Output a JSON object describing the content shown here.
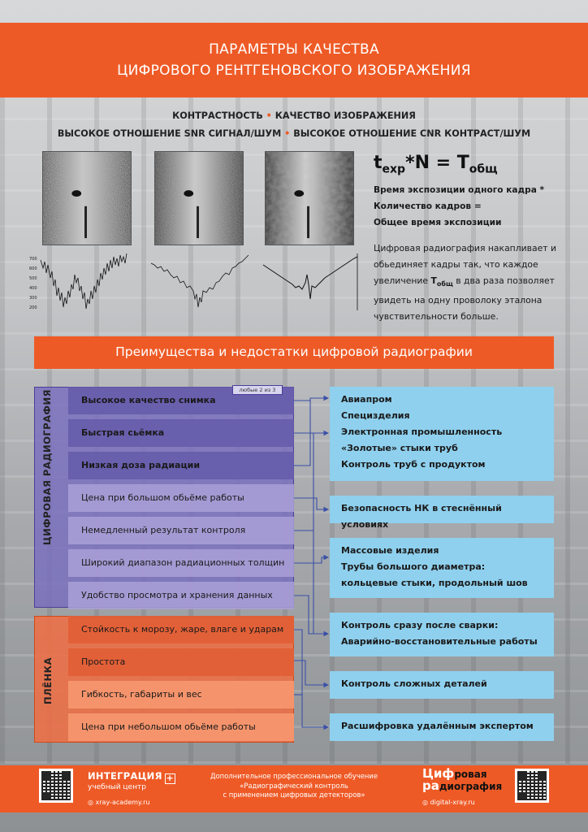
{
  "header": {
    "title_line1": "ПАРАМЕТРЫ КАЧЕСТВА",
    "title_line2": "ЦИФРОВОГО РЕНТГЕНОВСКОГО ИЗОБРАЖЕНИЯ"
  },
  "tags": {
    "line1_a": "КОНТРАСТНОСТЬ",
    "line1_b": "КАЧЕСТВО ИЗОБРАЖЕНИЯ",
    "line2_a": "ВЫСОКОЕ ОТНОШЕНИЕ SNR СИГНАЛ/ШУМ",
    "line2_b": "ВЫСОКОЕ ОТНОШЕНИЕ CNR КОНТРАСТ/ШУМ",
    "separator": "•"
  },
  "plot": {
    "y_ticks": [
      "700",
      "600",
      "500",
      "400",
      "300",
      "200"
    ]
  },
  "formula": {
    "t": "t",
    "t_sub": "exp",
    "mid": "*N = T",
    "T_sub": "общ",
    "line1": "Время экспозиции одного кадра *",
    "line2": "Количество кадров =",
    "line3": "Общее время экспозиции"
  },
  "description": {
    "part1": "Цифровая радиография накапливает и обьединяет кадры так, что каждое увеличение ",
    "T": "T",
    "T_sub": "общ",
    "part2": " в два раза позволяет увидеть на одну проволоку эталона чувствительности больше."
  },
  "advantages": {
    "title": "Преимущества и недостатки цифровой радиографии",
    "digital_label": "ЦИФРОВАЯ РАДИОГРАФИЯ",
    "film_label": "ПЛЁНКА",
    "badge": "любые 2 из 3",
    "digital_rows": [
      "Высокое качество снимка",
      "Быстрая сьёмка",
      "Низкая доза радиации",
      "Цена при большом обьёме работы",
      "Немедленный результат контроля",
      "Широкий диапазон радиационных толщин",
      "Удобство просмотра и хранения данных"
    ],
    "film_rows": [
      "Стойкость к морозу, жаре, влаге и ударам",
      "Простота",
      "Гибкость, габариты и вес",
      "Цена при небольшом обьёме работы"
    ],
    "applications": [
      [
        "Авиапром",
        "Специзделия",
        "Электронная промышленность",
        "«Золотые» стыки труб",
        "Контроль труб с продуктом"
      ],
      [
        "Безопасность НК в стеснённый условиях"
      ],
      [
        "Массовые изделия",
        "Трубы большого диаметра:",
        "кольцевые стыки, продольный шов"
      ],
      [
        "Контроль сразу после сварки:",
        "Аварийно-восстановительные работы"
      ],
      [
        "Контроль сложных деталей"
      ],
      [
        "Расшифровка удалённым экспертом"
      ]
    ]
  },
  "footer": {
    "brand": "ИНТЕГРАЦИЯ",
    "brand_plus": "+",
    "brand_sub": "учебный центр",
    "url1": "xray-academy.ru",
    "center_line1": "Дополнительное профессиональное обучение",
    "center_line2": "«Радиографический контроль",
    "center_line3": "с применением цифровых детекторов»",
    "logo_a1": "Циф",
    "logo_a2": "ровая",
    "logo_b1": "ра",
    "logo_b2": "диография",
    "url2": "digital-xray.ru"
  },
  "colors": {
    "accent": "#ee5a26",
    "digital": "#6b5fb0",
    "blue": "#8fd0ee"
  }
}
